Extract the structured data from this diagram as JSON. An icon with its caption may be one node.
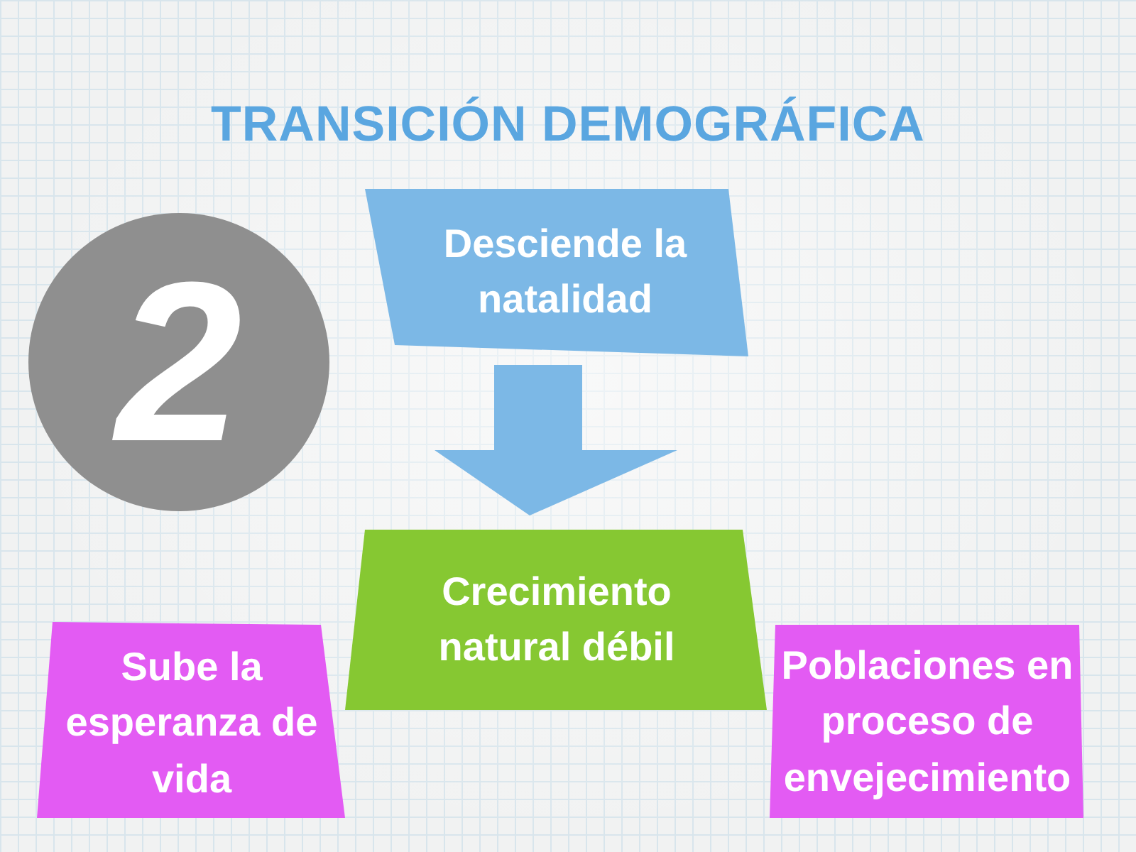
{
  "diagram": {
    "title": "TRANSICIÓN DEMOGRÁFICA",
    "nodes": [
      {
        "text": [
          "2"
        ]
      },
      {
        "text": [
          "Desciende la natalidad"
        ]
      },
      {
        "text": [
          "Crecimiento natural débil"
        ]
      },
      {
        "text": [
          "Sube la esperanza de vida"
        ]
      },
      {
        "text": [
          "Poblaciones en proceso de envejecimiento"
        ]
      }
    ],
    "edges": [
      {
        "from": 1,
        "to": 2,
        "arrow": "to"
      }
    ]
  }
}
